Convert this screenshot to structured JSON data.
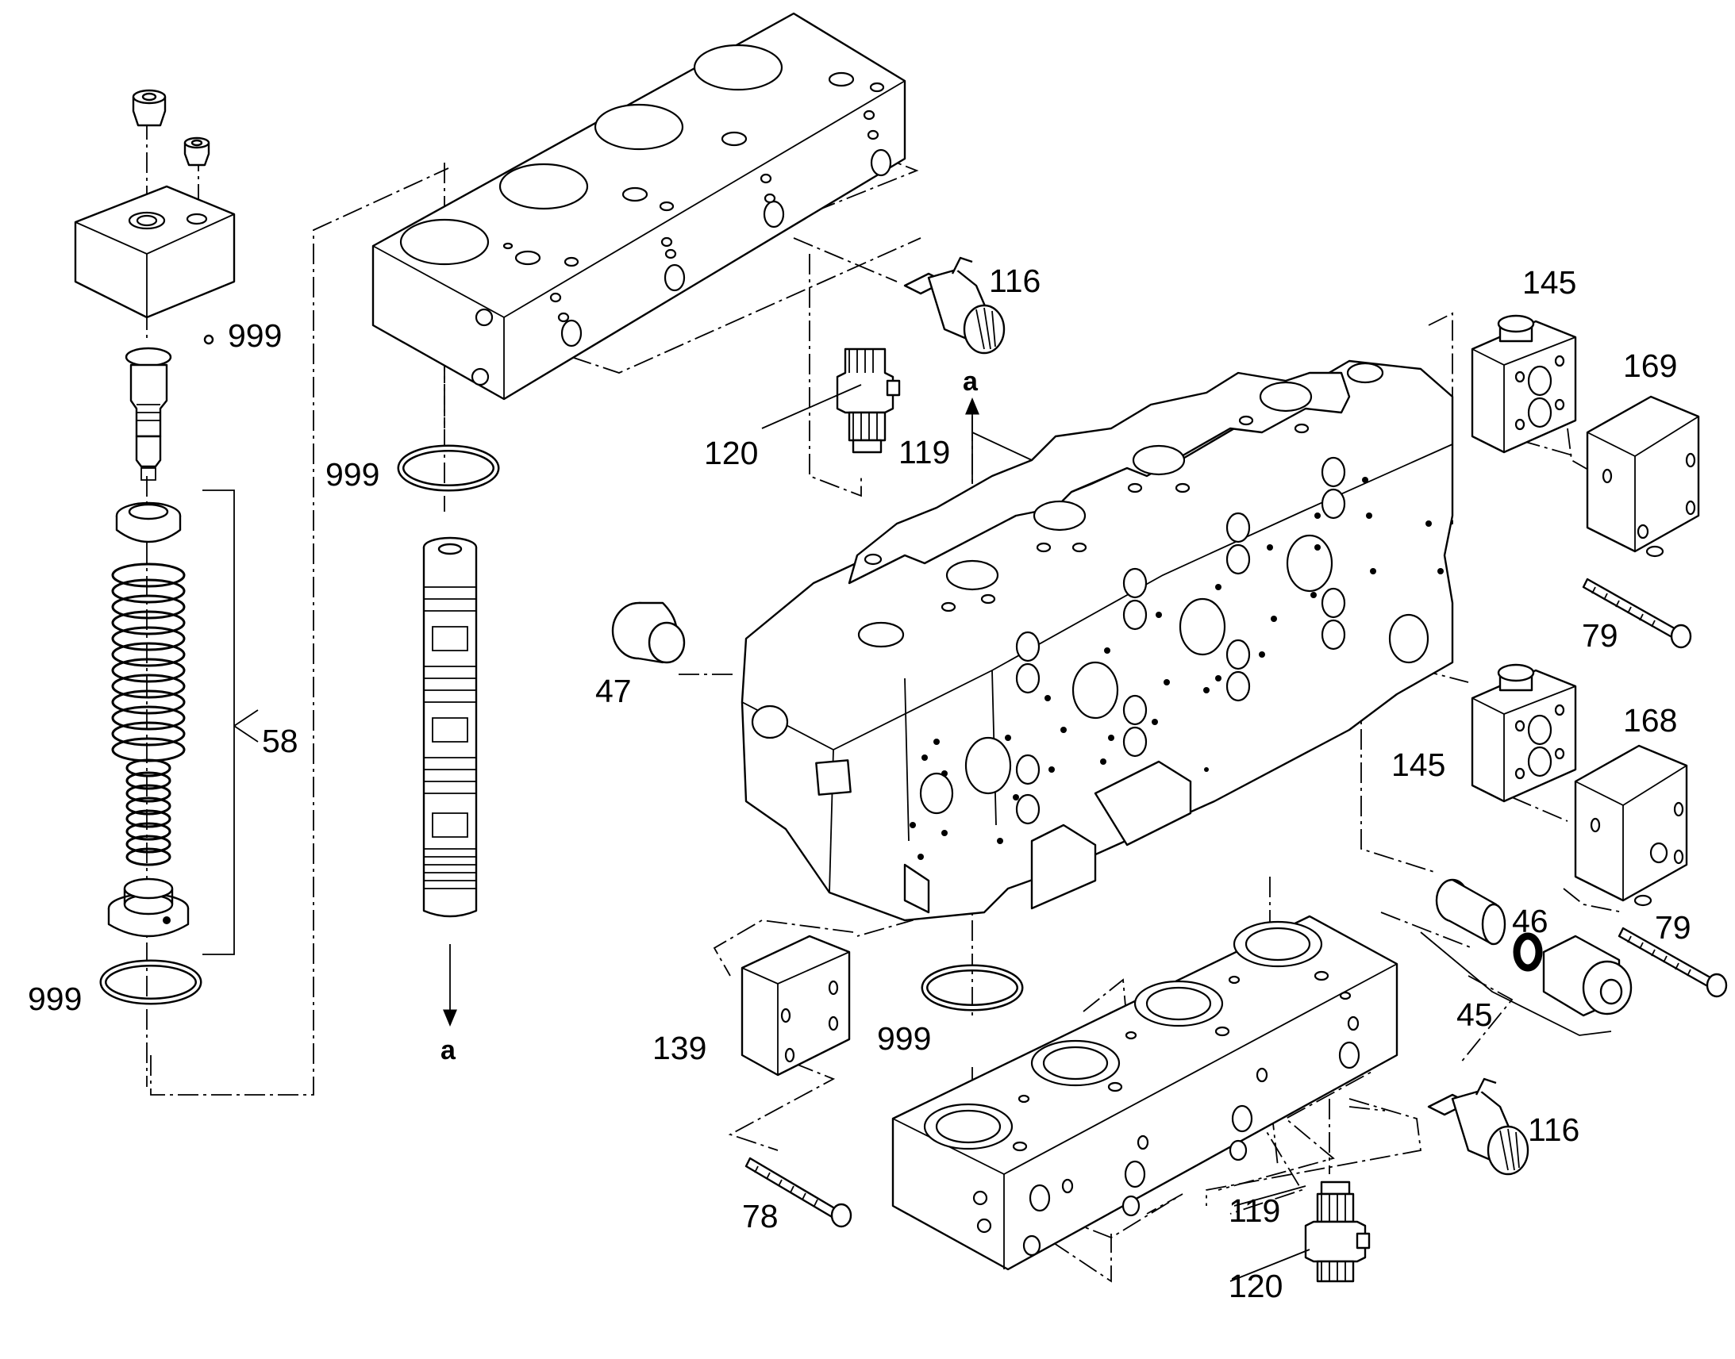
{
  "diagram": {
    "labels": {
      "l999a": "999",
      "l999b": "999",
      "l999c": "999",
      "l999d": "999",
      "l58": "58",
      "l116a": "116",
      "l116b": "116",
      "l120a": "120",
      "l120b": "120",
      "l119a": "119",
      "l119b": "119",
      "l145a": "145",
      "l145b": "145",
      "l169": "169",
      "l168": "168",
      "l79a": "79",
      "l79b": "79",
      "l47": "47",
      "l46": "46",
      "l45": "45",
      "l139": "139",
      "l78": "78",
      "la1": "a",
      "la2": "a"
    }
  }
}
